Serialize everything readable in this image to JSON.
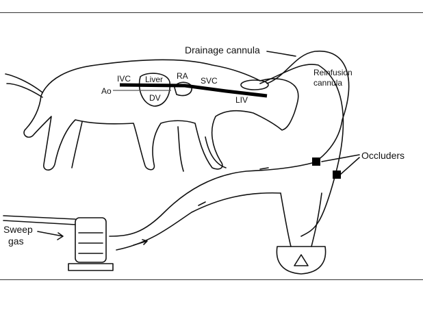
{
  "figure": {
    "labels": {
      "drainage_cannula": "Drainage cannula",
      "reinfusion_cannula_1": "Reinfusion",
      "reinfusion_cannula_2": "cannula",
      "occluders": "Occluders",
      "sweep_gas_1": "Sweep",
      "sweep_gas_2": "gas",
      "ivc": "IVC",
      "liver": "Liver",
      "ra": "RA",
      "svc": "SVC",
      "ao": "Ao",
      "dv": "DV",
      "liv": "LIV"
    }
  }
}
